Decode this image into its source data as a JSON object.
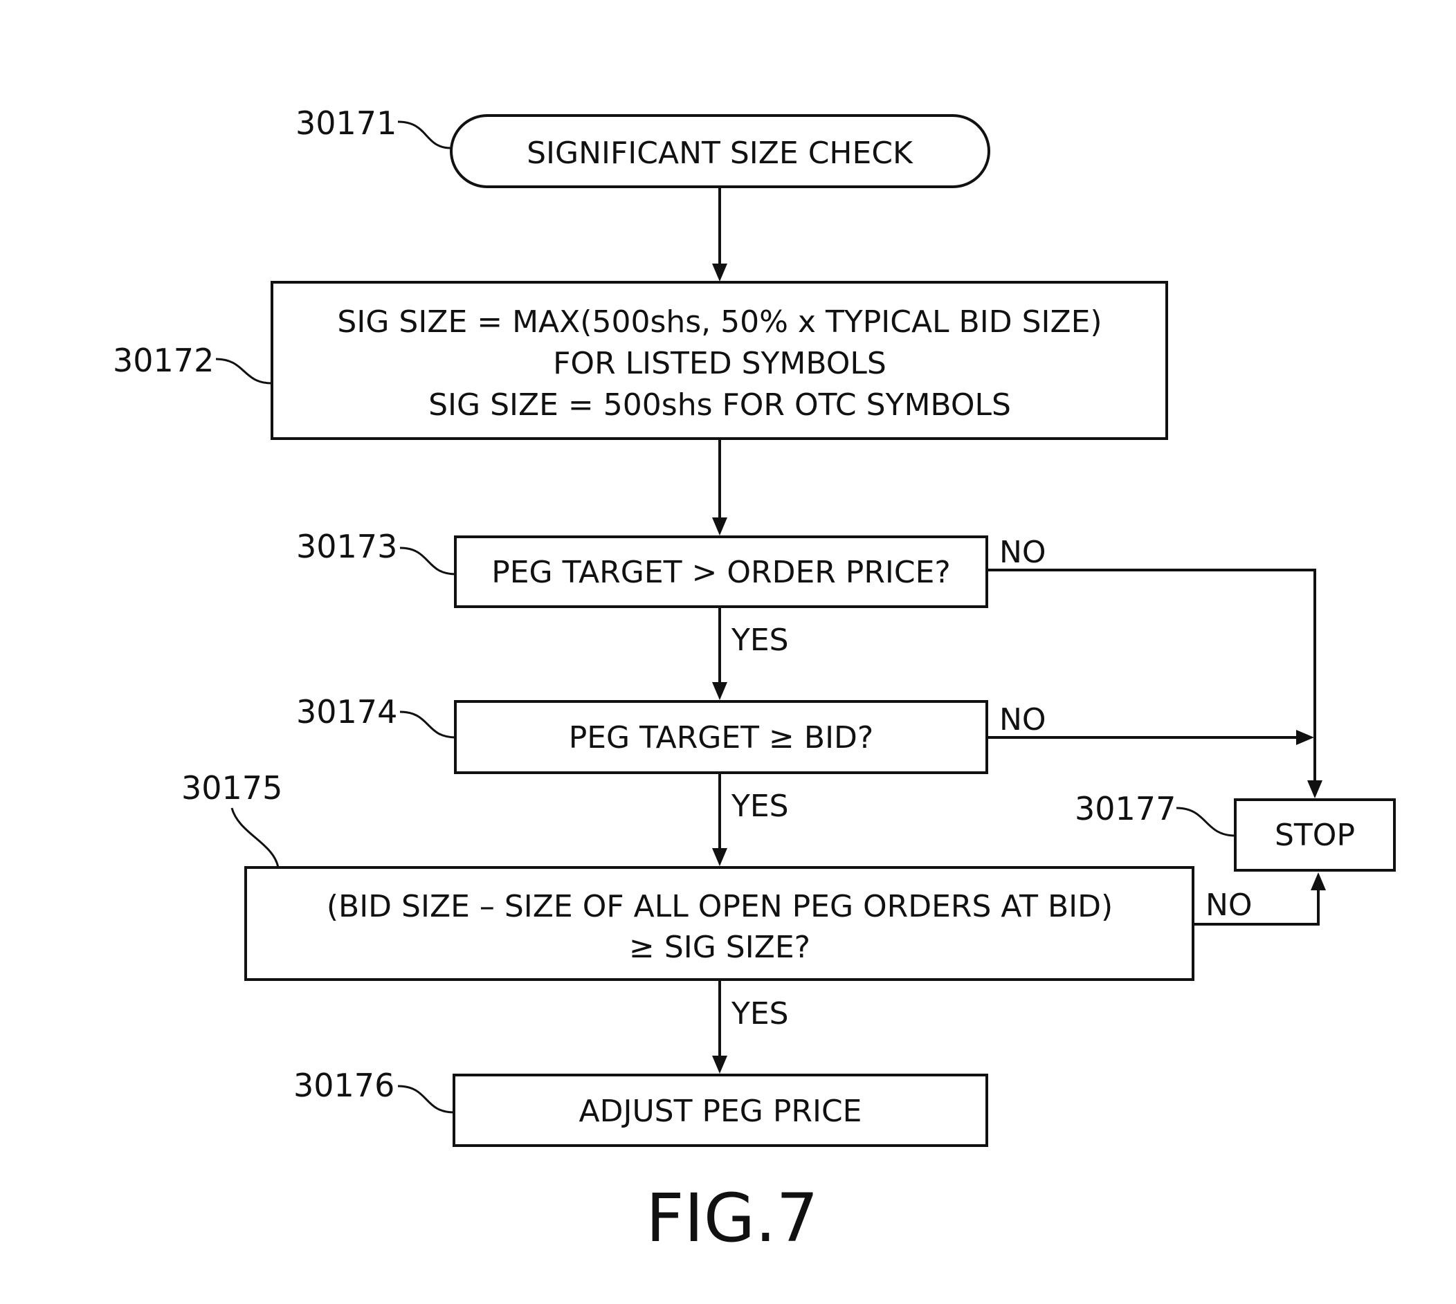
{
  "nodes": {
    "start": {
      "ref": "30171",
      "text": "SIGNIFICANT SIZE CHECK"
    },
    "sig": {
      "ref": "30172",
      "line1": "SIG SIZE = MAX(500shs, 50% x TYPICAL BID SIZE)",
      "line2": "FOR LISTED SYMBOLS",
      "line3": "SIG SIZE = 500shs FOR OTC SYMBOLS"
    },
    "q1": {
      "ref": "30173",
      "text": "PEG TARGET > ORDER PRICE?"
    },
    "q2": {
      "ref": "30174",
      "text": "PEG TARGET ≥ BID?"
    },
    "q3": {
      "ref": "30175",
      "line1": "(BID SIZE – SIZE OF ALL OPEN PEG ORDERS AT BID)",
      "line2": "≥ SIG SIZE?"
    },
    "adjust": {
      "ref": "30176",
      "text": "ADJUST PEG PRICE"
    },
    "stop": {
      "ref": "30177",
      "text": "STOP"
    }
  },
  "edges": {
    "yes": "YES",
    "no": "NO"
  },
  "figure_label": "FIG.7"
}
